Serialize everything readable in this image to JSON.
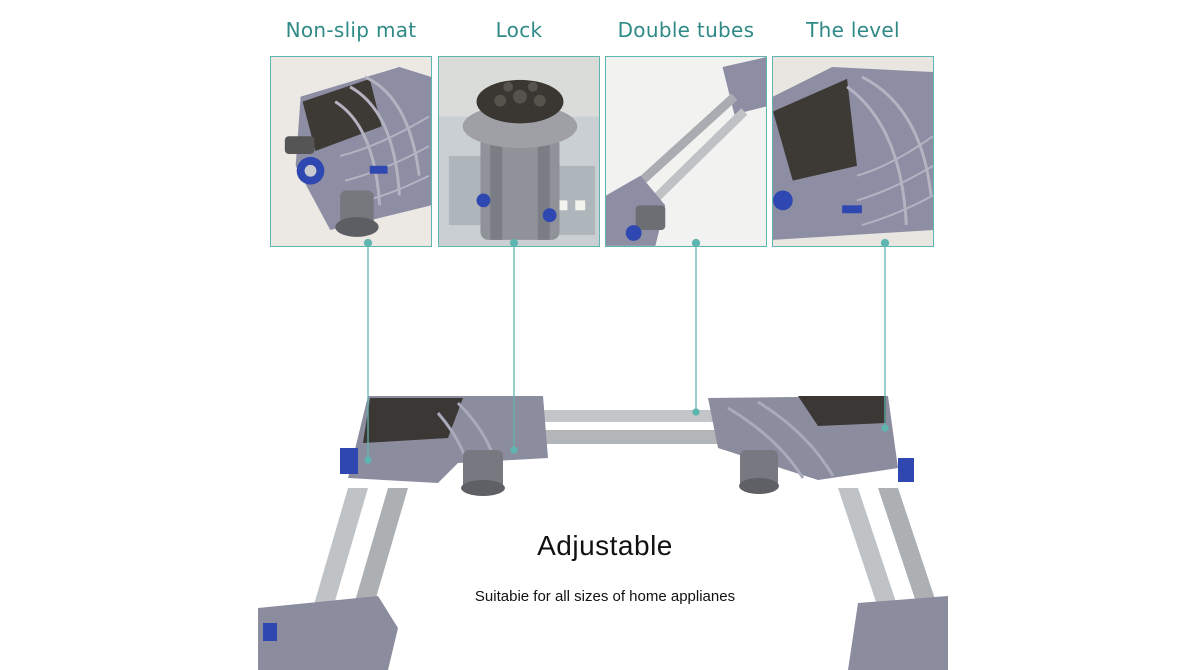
{
  "features": [
    {
      "title": "Non-slip mat",
      "icon": "non-slip-mat-photo"
    },
    {
      "title": "Lock",
      "icon": "lock-foot-photo"
    },
    {
      "title": "Double tubes",
      "icon": "double-tubes-photo"
    },
    {
      "title": "The level",
      "icon": "leveling-pad-photo"
    }
  ],
  "product": {
    "headline": "Adjustable",
    "subline": "Suitabie for all sizes of home applianes"
  },
  "colors": {
    "accent": "#2f8a86",
    "frame_gray": "#8b8c9e",
    "rubber_dark": "#3b3734",
    "tube_silver": "#b9bcbf",
    "wheel_blue": "#2f47b0"
  }
}
